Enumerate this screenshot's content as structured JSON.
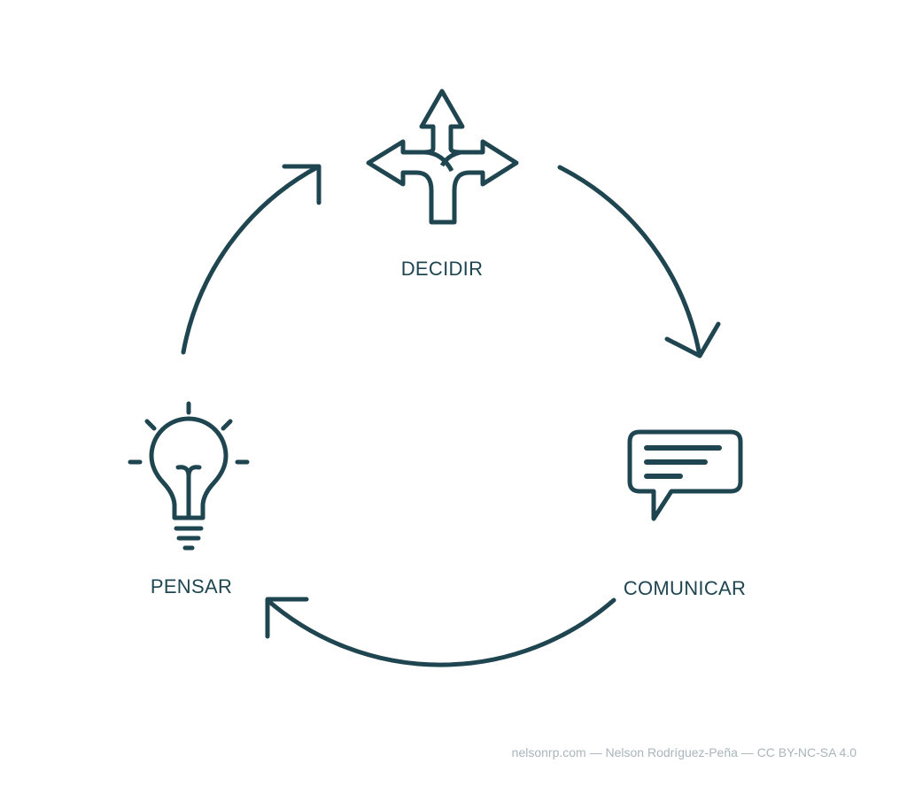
{
  "diagram": {
    "type": "cycle",
    "stroke_color": "#1f4650",
    "credit_color": "#a9b6ba",
    "nodes": [
      {
        "id": "decidir",
        "label": "DECIDIR",
        "icon": "split-arrows-icon"
      },
      {
        "id": "comunicar",
        "label": "COMUNICAR",
        "icon": "speech-bubble-icon"
      },
      {
        "id": "pensar",
        "label": "PENSAR",
        "icon": "lightbulb-icon"
      }
    ],
    "flow": [
      {
        "from": "pensar",
        "to": "decidir"
      },
      {
        "from": "decidir",
        "to": "comunicar"
      },
      {
        "from": "comunicar",
        "to": "pensar"
      }
    ]
  },
  "footer": {
    "credit": "nelsonrp.com — Nelson Rodríguez-Peña — CC BY-NC-SA 4.0"
  }
}
